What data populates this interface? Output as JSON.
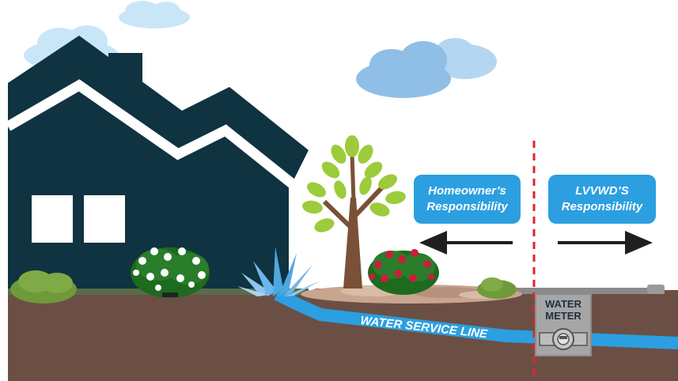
{
  "labels": {
    "homeowner_line1": "Homeowner’s",
    "homeowner_line2": "Responsibility",
    "lvvwd_line1": "LVVWD’S",
    "lvvwd_line2": "Responsibility",
    "service_line": "WATER SERVICE LINE",
    "meter_line1": "WATER",
    "meter_line2": "METER"
  },
  "colors": {
    "house": "#0f3340",
    "soil": "#6b4f45",
    "pipe": "#2b9fe0",
    "label_box": "#2b9fe0",
    "divider": "#e0242c",
    "arrow": "#1f1f1f",
    "cloud_light": "#c9e6f8",
    "cloud_mid": "#8fbfe6",
    "meter_box": "#a6a6a6",
    "tree_leaf": "#9ccb3b",
    "trunk": "#7a5136",
    "rose": "#c81f3c",
    "white_flower": "#ffffff",
    "grass": "#6f9a3a",
    "agave": "#4ea8e0"
  },
  "icons": [
    "house-icon",
    "tree-icon",
    "cloud-icon",
    "rose-bush-icon",
    "white-flower-bush-icon",
    "agave-icon",
    "water-meter-icon",
    "left-arrow-icon",
    "right-arrow-icon"
  ]
}
